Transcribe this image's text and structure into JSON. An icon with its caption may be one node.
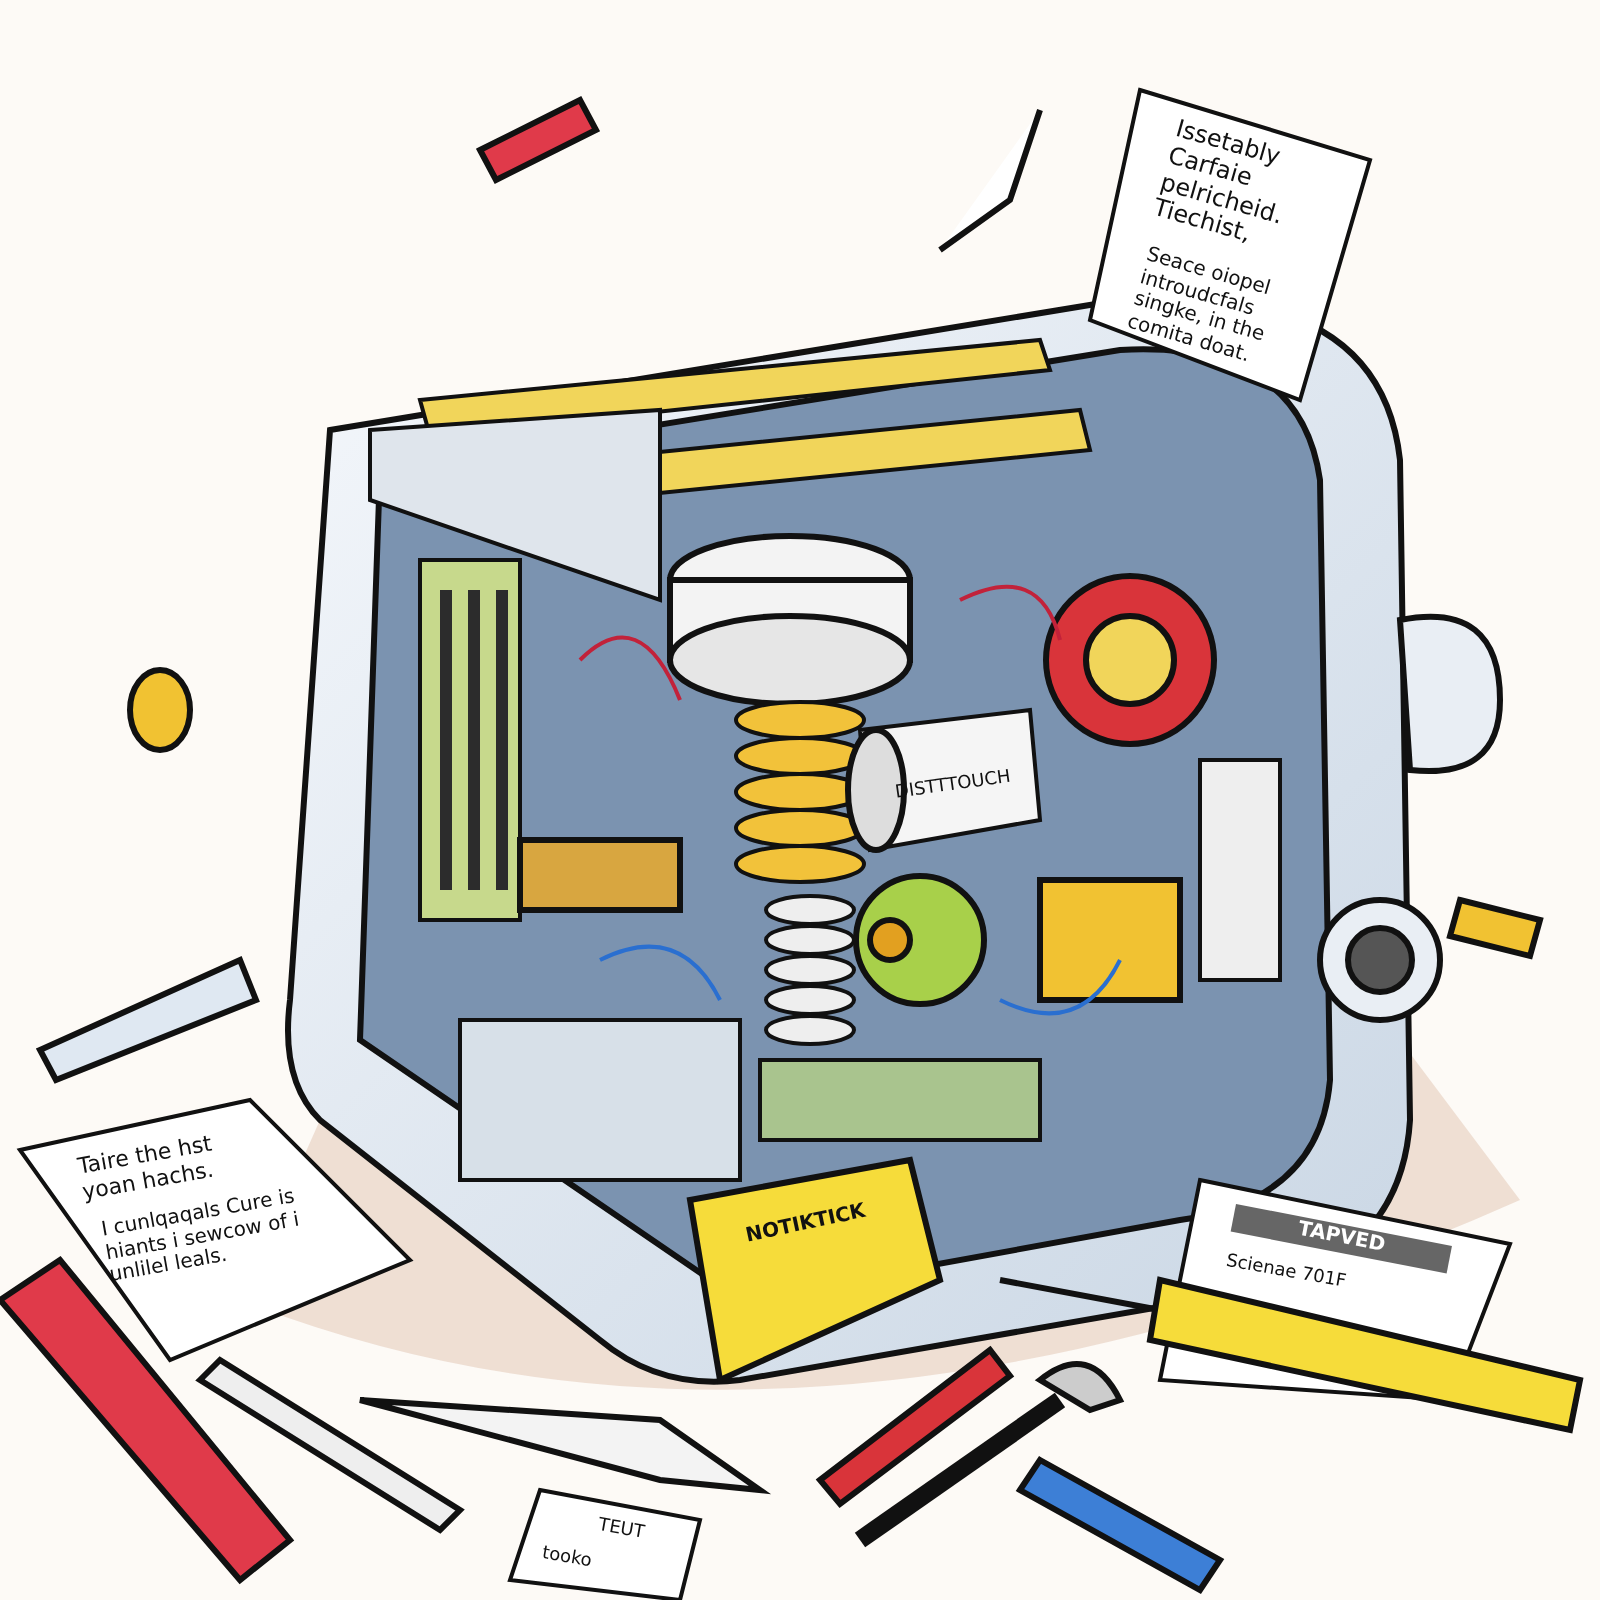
{
  "diagram": {
    "labels": [
      "Issetably Carfaie pelricheid. Tiechist,",
      "Seace oiopel introudcfals singke, in the comita doat.",
      "Taire the hst yoan hachs.",
      "I cunlqaqals Cure is hiants i sewcow of i unlilel leals.",
      "TAPVED",
      "Scienae 701F",
      "NOTIKTICK",
      "DISTTTOUCH",
      "TEUT",
      "tooko"
    ]
  }
}
